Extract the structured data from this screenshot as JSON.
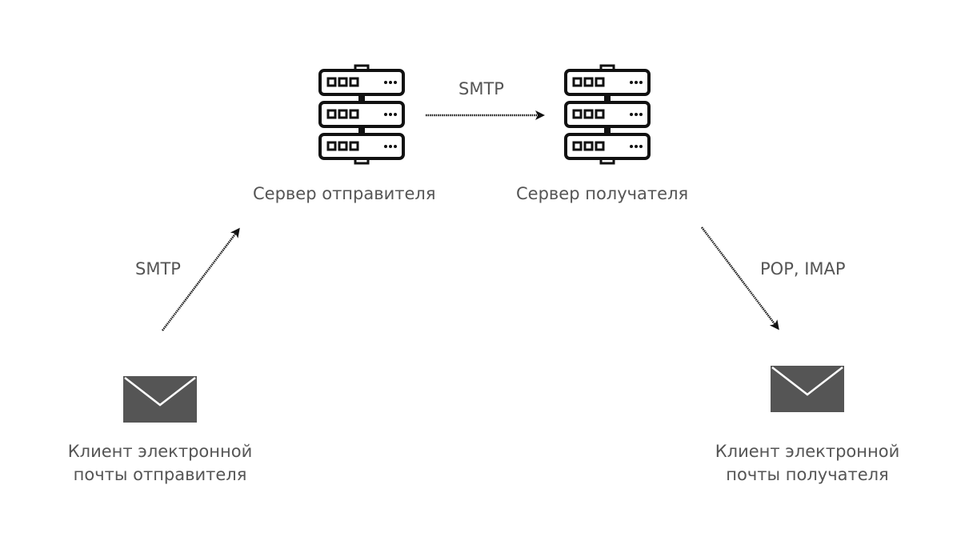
{
  "nodes": {
    "sender_server": {
      "label": "Сервер отправителя",
      "icon": "server-icon"
    },
    "recipient_server": {
      "label": "Сервер получателя",
      "icon": "server-icon"
    },
    "sender_client": {
      "label_line1": "Клиент электронной",
      "label_line2": "почты отправителя",
      "icon": "envelope-icon"
    },
    "recipient_client": {
      "label_line1": "Клиент электронной",
      "label_line2": "почты получателя",
      "icon": "envelope-icon"
    }
  },
  "edges": {
    "client_to_sender_server": {
      "protocol": "SMTP"
    },
    "sender_to_recipient_server": {
      "protocol": "SMTP"
    },
    "recipient_server_to_client": {
      "protocol": "POP, IMAP"
    }
  },
  "colors": {
    "text": "#555555",
    "icon_fill": "#555555",
    "server_stroke": "#111111",
    "arrow": "#111111",
    "background": "#ffffff"
  }
}
